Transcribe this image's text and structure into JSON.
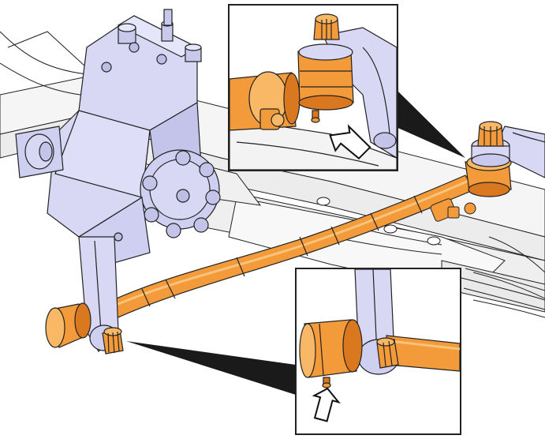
{
  "illustration": {
    "colors": {
      "tie_rod": "#f39a3a",
      "tie_rod_light": "#f8b865",
      "tie_rod_dark": "#d9781f",
      "steering_gear": "#d8d8f5",
      "steering_gear_dark": "#b7b7e3",
      "frame_line": "#222222",
      "chassis": "#f4f4f4",
      "callout": "#1a1a1a"
    },
    "parts": [
      "steering-gear-box",
      "pitman-arm",
      "drag-link",
      "tie-rod-end-front",
      "tie-rod-end-rear",
      "steering-arm",
      "grease-fitting"
    ],
    "insets": [
      {
        "name": "upper-detail",
        "shows": "tie-rod-end-front",
        "arrow": "up-left"
      },
      {
        "name": "lower-detail",
        "shows": "tie-rod-end-rear",
        "arrow": "up"
      }
    ]
  }
}
